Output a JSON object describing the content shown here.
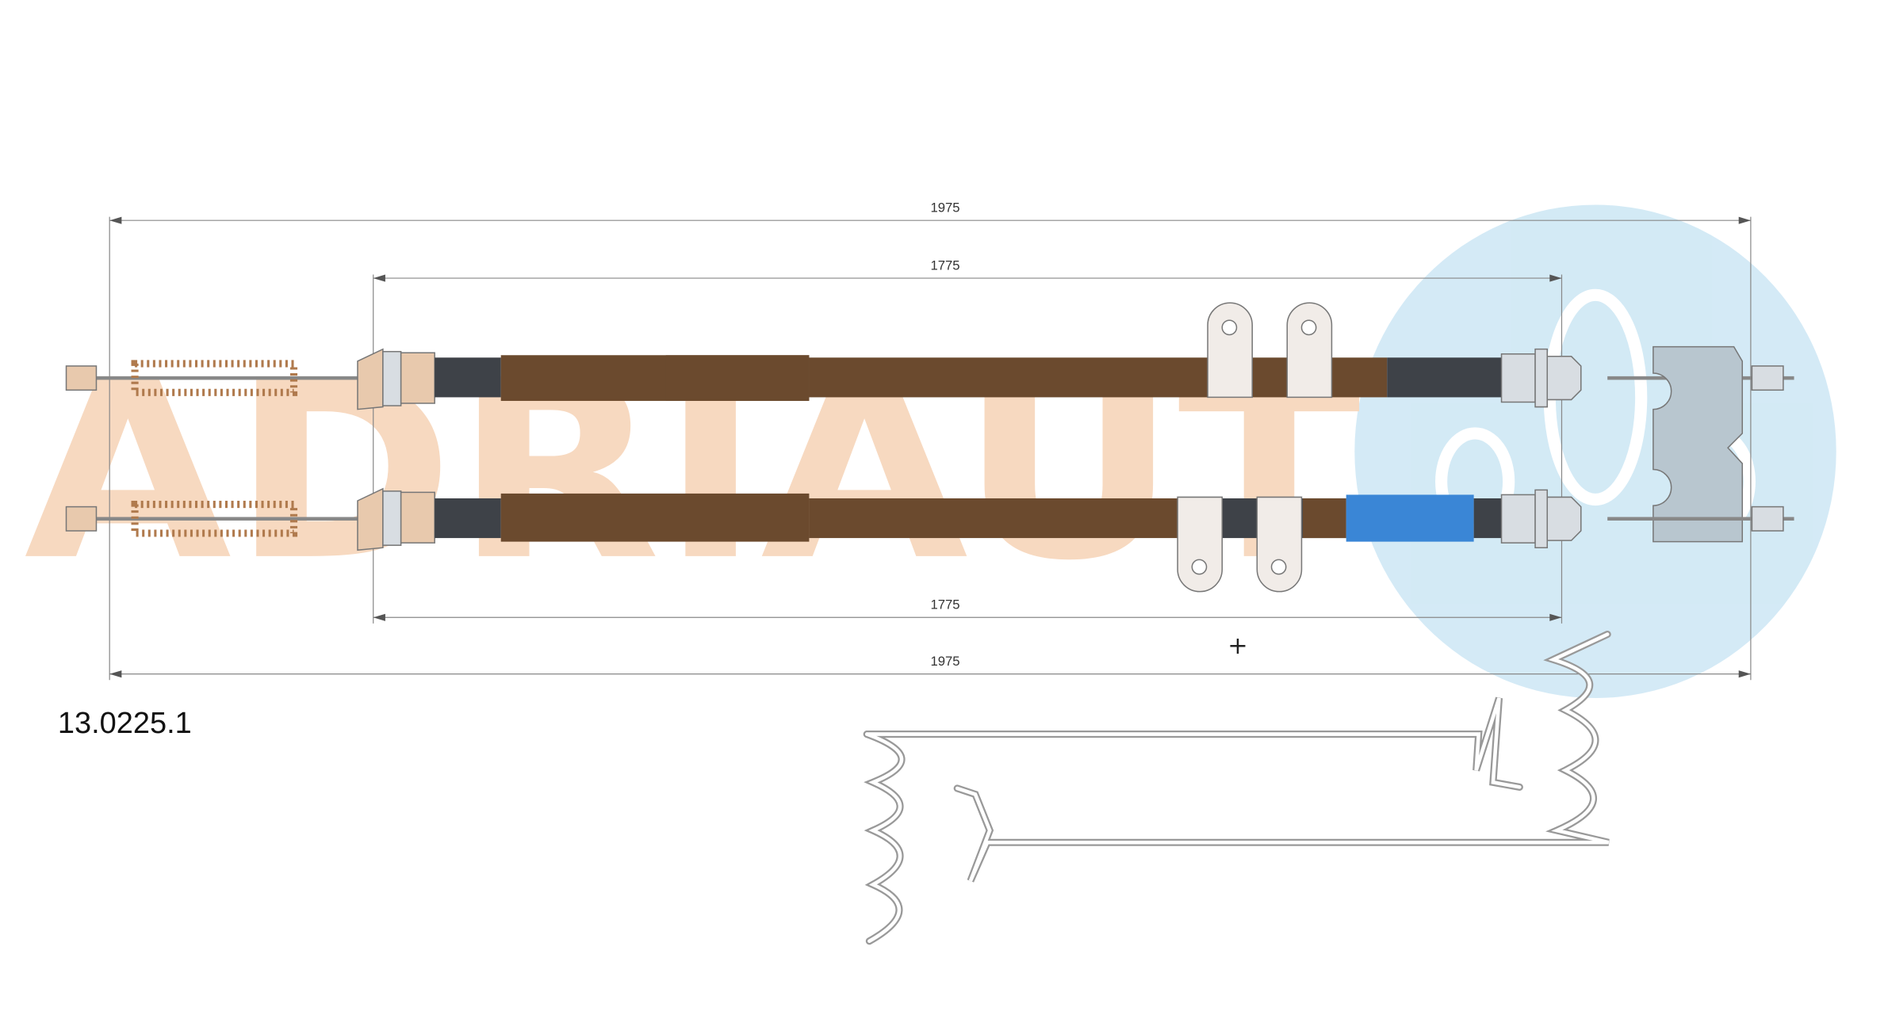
{
  "part_number": "13.0225.1",
  "dimensions": {
    "top_overall": "1975",
    "top_inner": "1775",
    "bottom_inner": "1775",
    "bottom_overall": "1975"
  },
  "watermark": {
    "brand": "ADRIAUT",
    "brand_color": "#f7d9c0",
    "logo_color": "#cfe8f5"
  },
  "colors": {
    "sheath_brown": "#6b4a2e",
    "sheath_dark": "#3e4248",
    "sleeve_blue": "#3a86d6",
    "fitting_beige": "#e8c9ad",
    "fitting_grey": "#d8dde2"
  },
  "marker": "+"
}
